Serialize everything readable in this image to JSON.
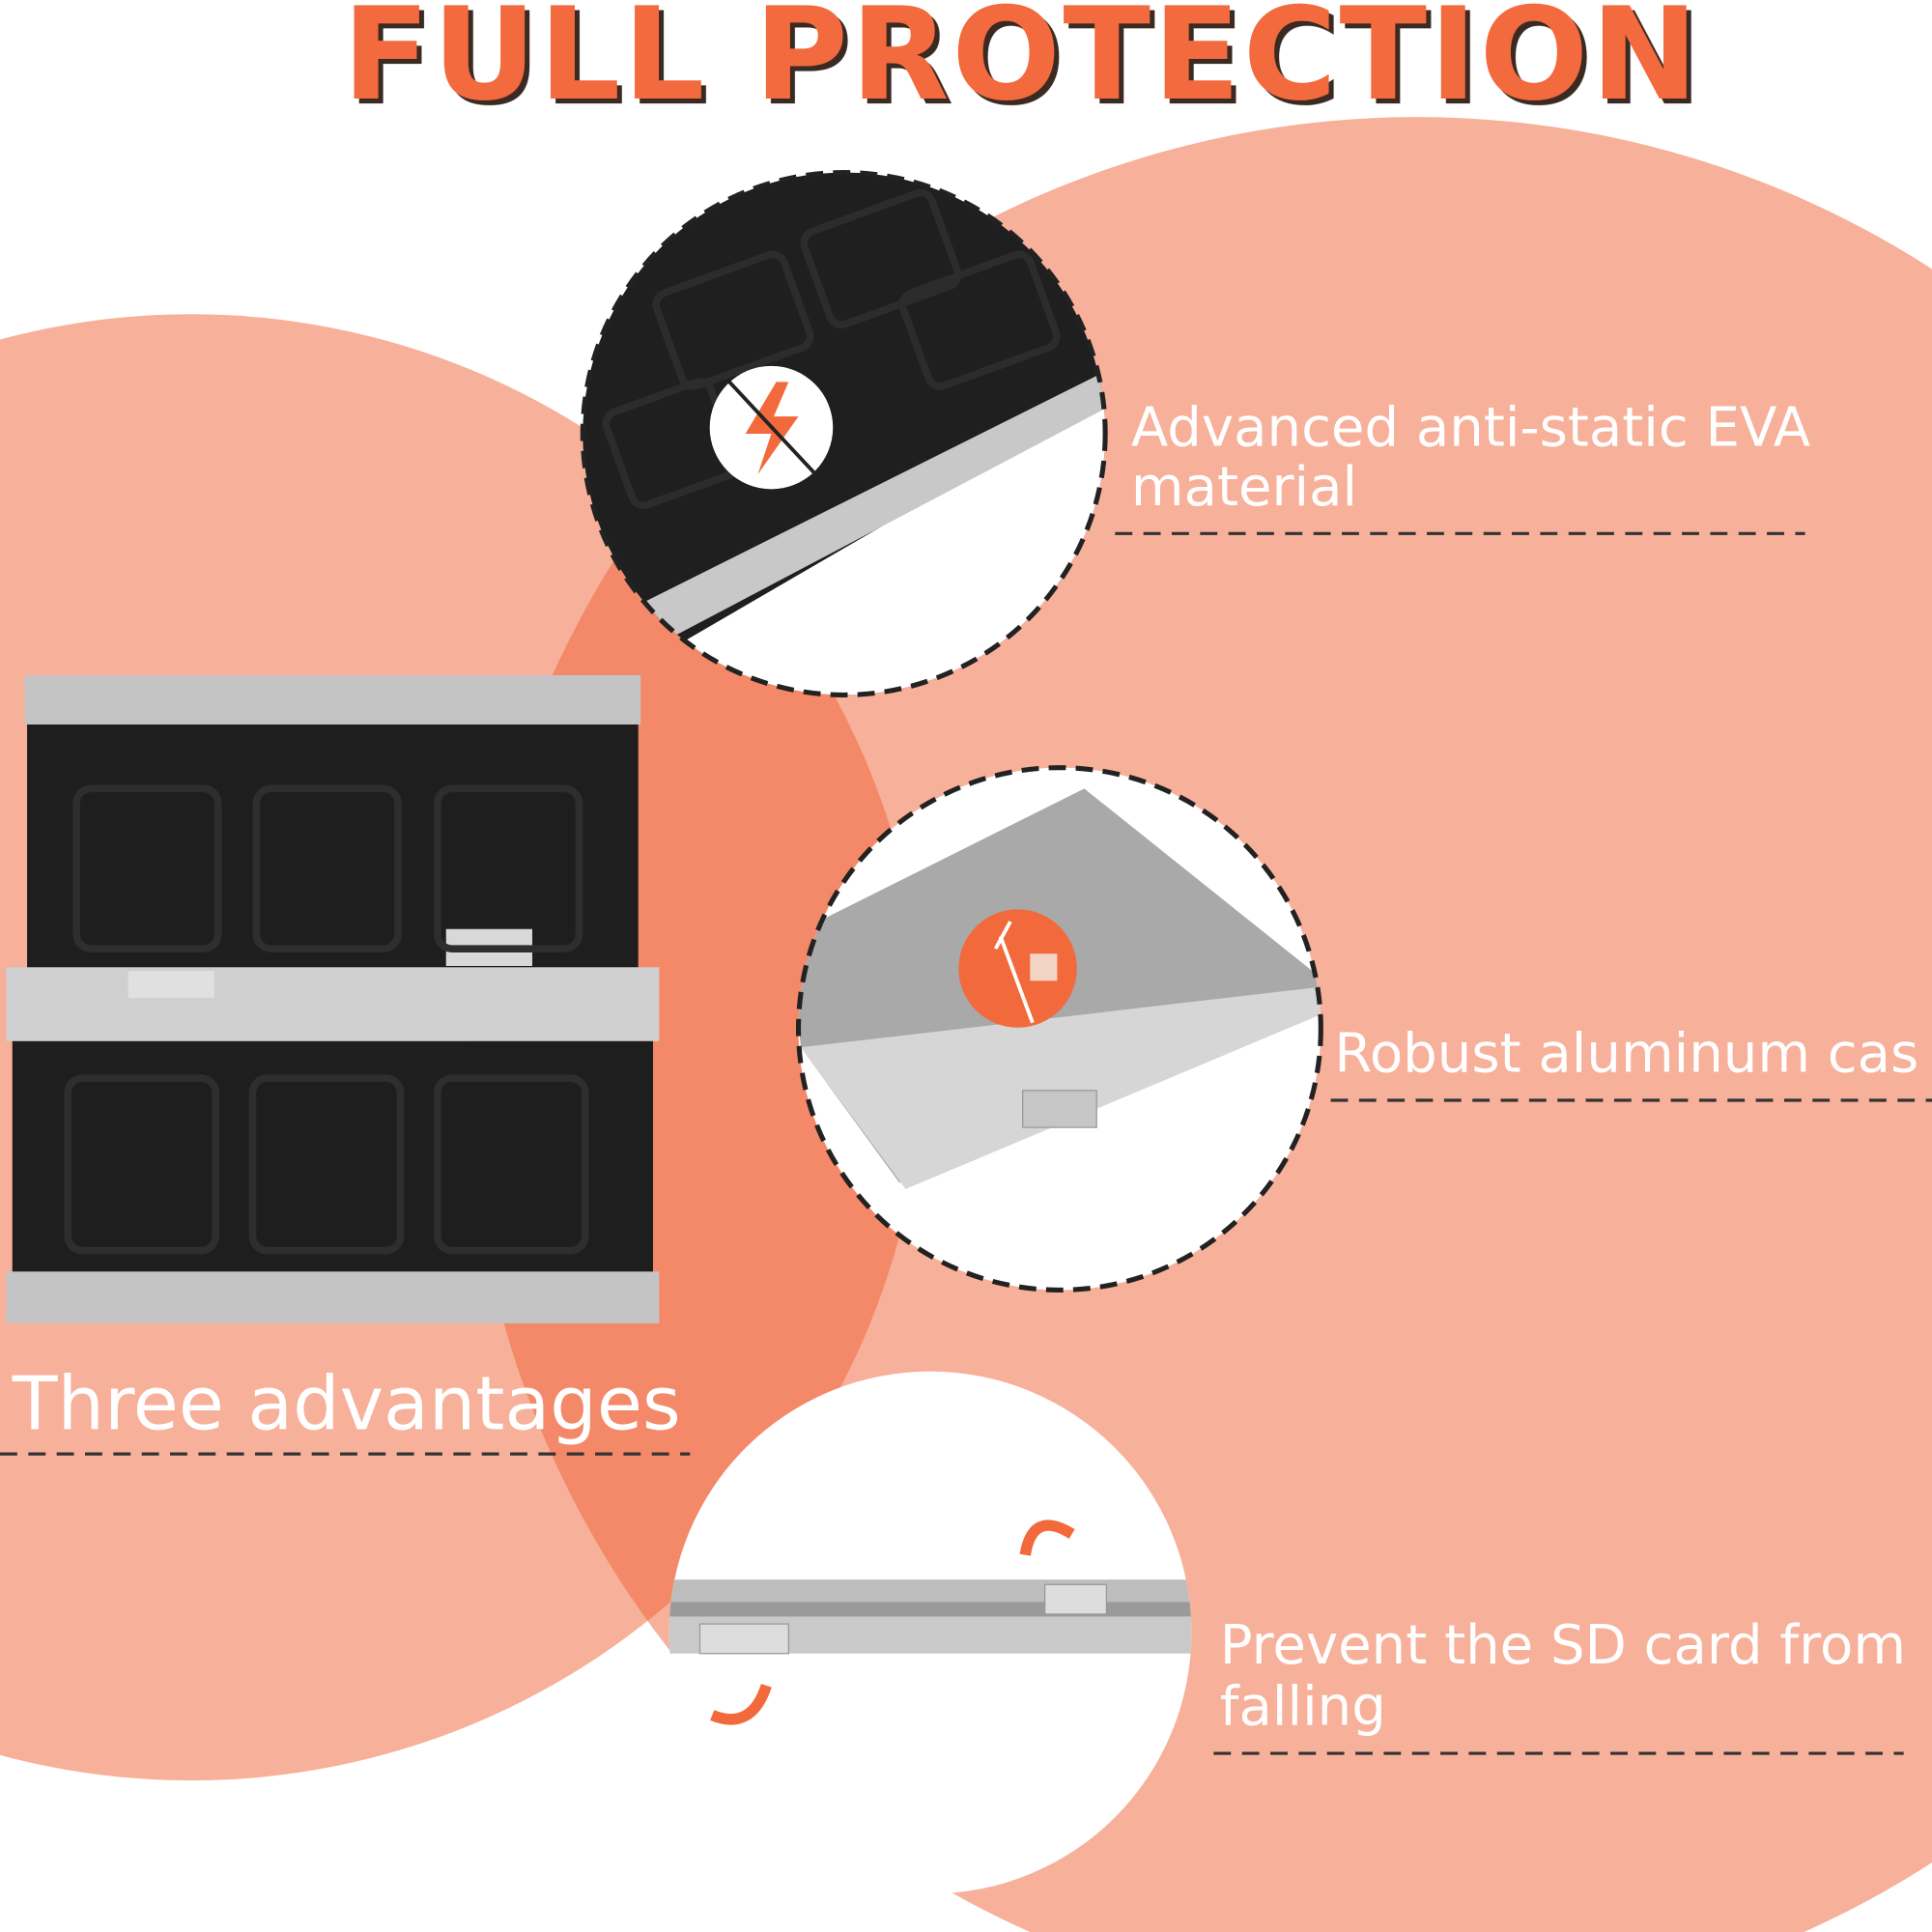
{
  "title": "FULL PROTECTION",
  "subtitle": "Three advantages",
  "features": [
    {
      "line1": "Advanced anti-static EVA",
      "line2": "material",
      "icon": "no-static-lightning-icon"
    },
    {
      "line1": "Robust aluminum cas",
      "line2": "",
      "icon": "impact-resistant-icon"
    },
    {
      "line1": "Prevent the SD card from",
      "line2": "falling",
      "icon": "rotate-arrows-icon"
    }
  ],
  "colors": {
    "accent": "#f26a3c",
    "circle_light": "#f7b09a",
    "circle_overlap": "#f4896a",
    "foam": "#1e1e1e",
    "aluminum": "#b9b9b9"
  }
}
